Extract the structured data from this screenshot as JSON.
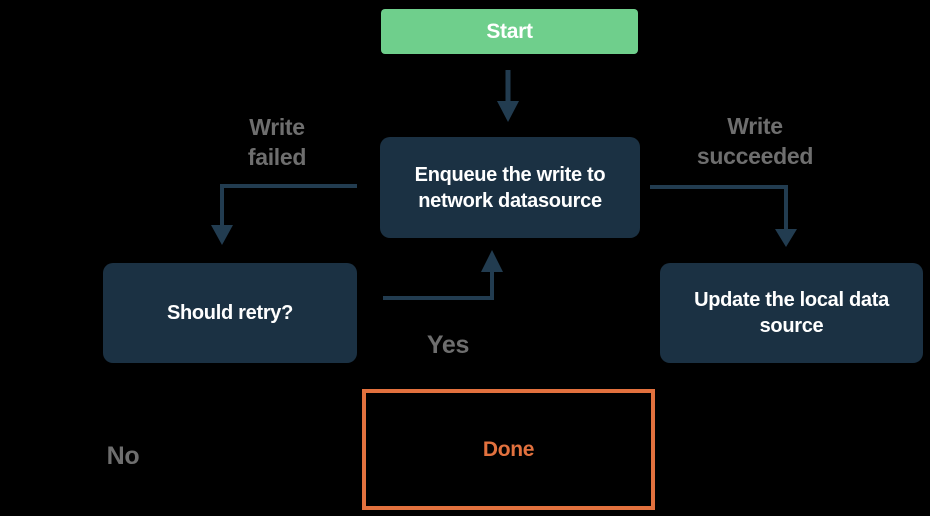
{
  "colors": {
    "background": "#000000",
    "node_green": "#6FCF8C",
    "node_navy": "#1B3143",
    "arrow": "#223C50",
    "edge_label_gray": "#6E6E6E",
    "accent_orange": "#E2713E",
    "node_text": "#FFFFFF"
  },
  "nodes": {
    "start": {
      "label": "Start"
    },
    "enqueue": {
      "label": "Enqueue the write to network datasource"
    },
    "should_retry": {
      "label": "Should retry?"
    },
    "update_local": {
      "label": "Update the local data source"
    },
    "done": {
      "label": "Done"
    }
  },
  "edge_labels": {
    "write_failed": "Write failed",
    "write_succeeded": "Write succeeded",
    "yes": "Yes",
    "no": "No"
  }
}
